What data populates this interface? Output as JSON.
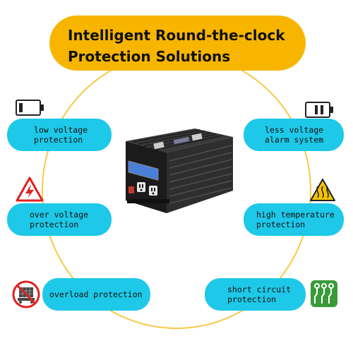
{
  "title": {
    "line1": "Intelligent Round-the-clock",
    "line2": "Protection Solutions"
  },
  "features": {
    "low_voltage": {
      "line1": "low voltage",
      "line2": "protection"
    },
    "less_voltage": {
      "line1": "less voltage",
      "line2": "alarm system"
    },
    "over_voltage": {
      "line1": "over voltage",
      "line2": "protection"
    },
    "high_temp": {
      "line1": "high temperature",
      "line2": "protection"
    },
    "overload": {
      "line1": "overload protection"
    },
    "short_circuit": {
      "line1": "short circuit",
      "line2": "protection"
    }
  },
  "icons": {
    "low_voltage": "battery-low-icon",
    "less_voltage": "battery-alarm-icon",
    "over_voltage": "lightning-warning-icon",
    "high_temp": "heat-warning-icon",
    "overload": "no-overload-icon",
    "short_circuit": "circuit-icon"
  },
  "colors": {
    "title_bg": "#f7b500",
    "pill_bg": "#1ec8e8",
    "ring": "#f7c948",
    "warning_red": "#e02020",
    "warning_yellow": "#f5c400",
    "circuit_green": "#3a9a3a"
  }
}
